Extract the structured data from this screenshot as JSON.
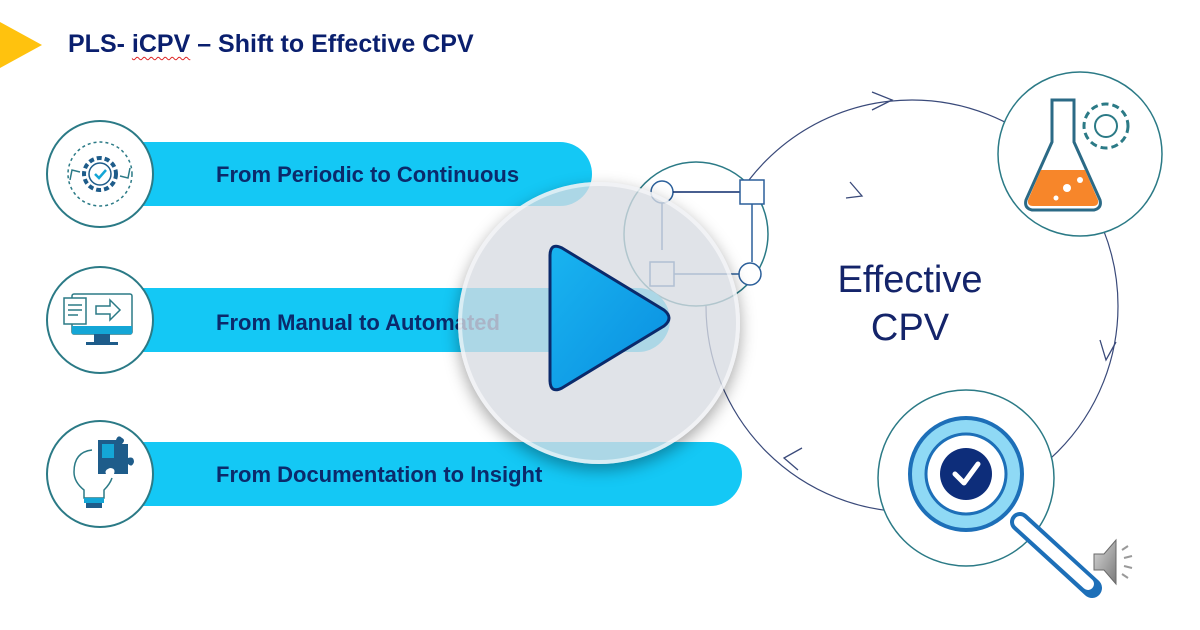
{
  "slide": {
    "title_prefix": "PLS- ",
    "title_misspelled": "iCPV",
    "title_suffix": " – Shift to Effective CPV"
  },
  "items": [
    {
      "label": "From Periodic to Continuous",
      "icon": "gear-cycle-icon"
    },
    {
      "label": "From Manual to Automated",
      "icon": "monitor-transfer-icon"
    },
    {
      "label": "From Documentation to Insight",
      "icon": "lightbulb-puzzle-icon"
    }
  ],
  "cycle": {
    "center_line1": "Effective",
    "center_line2": "CPV",
    "icons": [
      "network-nodes-icon",
      "flask-gear-icon",
      "magnifier-check-icon"
    ]
  },
  "media": {
    "play_icon": "play-icon",
    "audio_icon": "speaker-icon"
  },
  "colors": {
    "accent_yellow": "#ffc20e",
    "bar_cyan": "#14c8f5",
    "title_navy": "#0a1f6e",
    "flask_orange": "#f7862a"
  }
}
